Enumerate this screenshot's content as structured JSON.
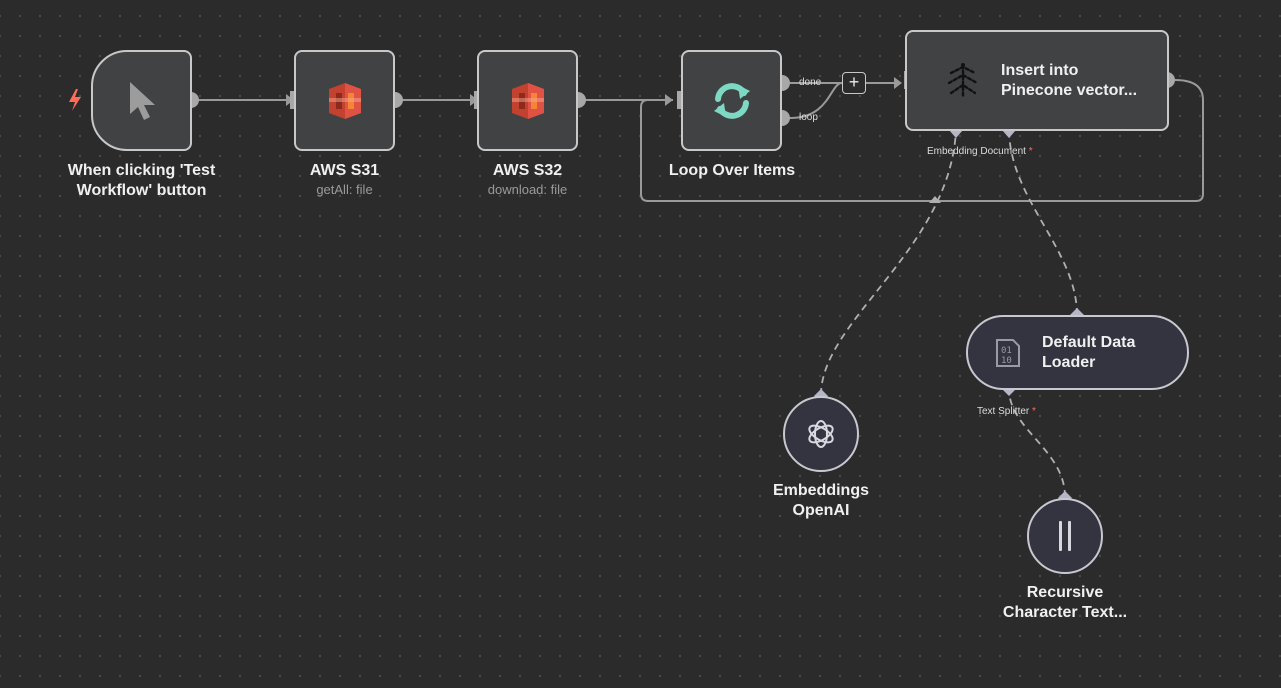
{
  "nodes": {
    "trigger": {
      "title_line1": "When clicking 'Test",
      "title_line2": "Workflow' button",
      "icon": "cursor-arrow-icon",
      "badge_icon": "lightning-bolt-icon"
    },
    "s3_1": {
      "title": "AWS S31",
      "subtitle": "getAll: file",
      "icon": "aws-s3-icon"
    },
    "s3_2": {
      "title": "AWS S32",
      "subtitle": "download: file",
      "icon": "aws-s3-icon"
    },
    "loop": {
      "title": "Loop Over Items",
      "icon": "refresh-loop-icon",
      "output_done": "done",
      "output_loop": "loop"
    },
    "pinecone": {
      "title_line1": "Insert into",
      "title_line2": "Pinecone vector...",
      "icon": "pinecone-icon",
      "input_embedding": "Embedding",
      "input_document": "Document",
      "required_marker": "*"
    },
    "loader": {
      "title_line1": "Default Data",
      "title_line2": "Loader",
      "icon": "binary-file-icon",
      "input_splitter": "Text Splitter",
      "required_marker": "*"
    },
    "embeddings": {
      "title_line1": "Embeddings",
      "title_line2": "OpenAI",
      "icon": "openai-icon"
    },
    "splitter": {
      "title_line1": "Recursive",
      "title_line2": "Character Text...",
      "icon": "text-splitter-icon"
    }
  },
  "add_button": {
    "label": "+",
    "icon": "plus-icon"
  },
  "colors": {
    "canvas": "#2b2b2b",
    "node_fill": "#414244",
    "sub_node_fill": "#343441",
    "border": "#c8c8c8",
    "aws": "#e05243",
    "loop_icon": "#7dd9c4",
    "trigger_bolt": "#ff6d5a",
    "required": "#ff6d5a"
  }
}
